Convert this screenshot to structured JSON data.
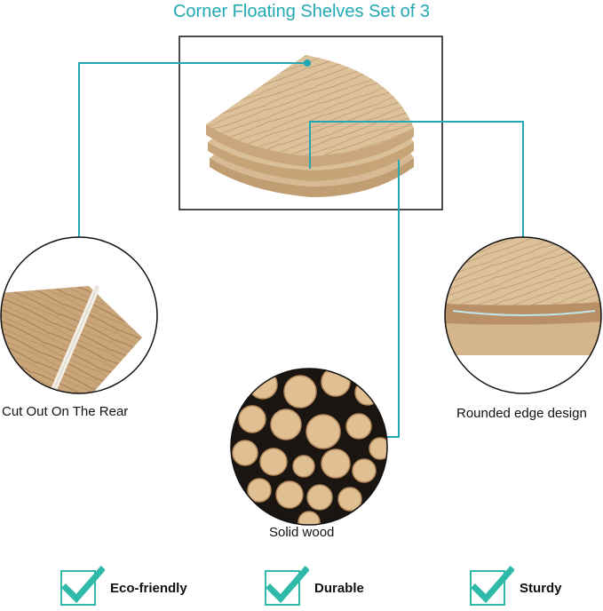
{
  "title": "Corner Floating Shelves Set of 3",
  "callouts": {
    "rear": "Cut Out On The Rear",
    "edge": "Rounded edge design",
    "wood": "Solid wood"
  },
  "features": [
    {
      "label": "Eco-friendly",
      "icon": "check-icon"
    },
    {
      "label": "Durable",
      "icon": "check-icon"
    },
    {
      "label": "Sturdy",
      "icon": "check-icon"
    }
  ],
  "colors": {
    "accent": "#22a9b4",
    "wood": "#d9bc94",
    "check": "#2fb9a9"
  }
}
